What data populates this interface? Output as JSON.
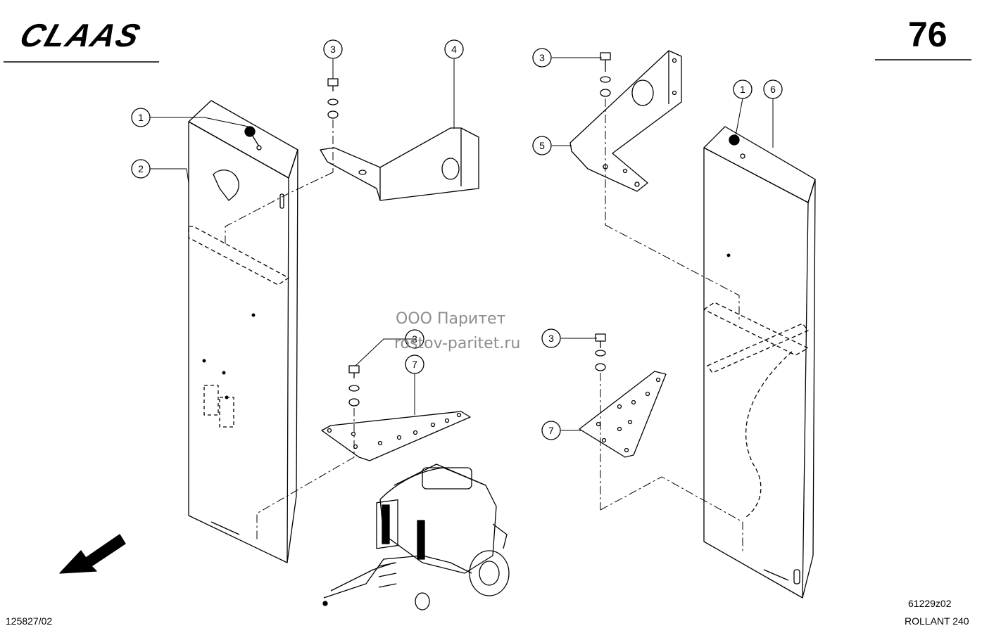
{
  "header": {
    "brand_logo": "CLAAS",
    "page_number": "76"
  },
  "footer": {
    "doc_number": "125827/02",
    "drawing_code": "61229z02",
    "model": "ROLLANT 240"
  },
  "watermark": {
    "line1": "ООО Паритет",
    "line2": "rostov-paritet.ru"
  },
  "callouts": [
    "1",
    "2",
    "3",
    "4",
    "3",
    "5",
    "1",
    "6",
    "3",
    "7",
    "3",
    "7"
  ]
}
